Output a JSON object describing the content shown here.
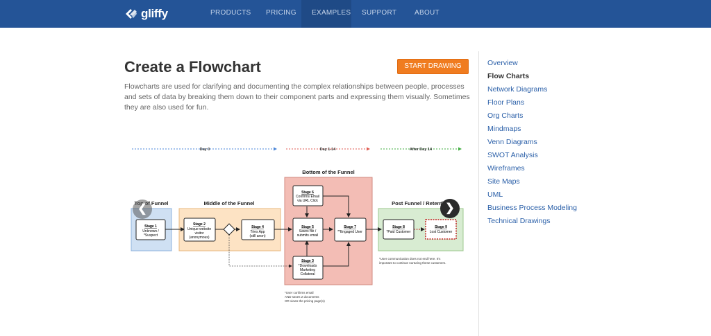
{
  "brand": {
    "name": "gliffy"
  },
  "nav": {
    "items": [
      {
        "label": "PRODUCTS"
      },
      {
        "label": "PRICING"
      },
      {
        "label": "EXAMPLES"
      },
      {
        "label": "SUPPORT"
      },
      {
        "label": "ABOUT"
      }
    ]
  },
  "main": {
    "title": "Create a Flowchart",
    "cta_label": "START DRAWING",
    "description": "Flowcharts are used for clarifying and documenting the complex relationships between people, processes and sets of data by breaking them down to their component parts and expressing them visually. Sometimes they are also used for fun."
  },
  "carousel": {
    "prev_glyph": "❮",
    "next_glyph": "❯"
  },
  "diagram": {
    "timeline": {
      "day0": "Day 0",
      "day1_14": "Day 1-14",
      "after14": "After Day 14"
    },
    "groups": {
      "top": "Top of Funnel",
      "middle": "Middle of the Funnel",
      "bottom": "Bottom of the Funnel",
      "post": "Post Funnel / Retention"
    },
    "stages": {
      "s1": {
        "title": "Stage 1",
        "l1": "Unknown /",
        "l2": "*Suspect"
      },
      "s2": {
        "title": "Stage 2",
        "l1": "Unique website",
        "l2": "visitor",
        "l3": "(anonymous)"
      },
      "s3": {
        "title": "Stage 3",
        "l1": "*Downloads",
        "l2": "Marketing",
        "l3": "Collateral"
      },
      "s4": {
        "title": "Stage 4",
        "l1": "Tries App",
        "l2": "(still anon)"
      },
      "s5": {
        "title": "Stage 5",
        "l1": "Saves file /",
        "l2": "submits email"
      },
      "s6": {
        "title": "Stage 6",
        "l1": "Confirms Email",
        "l2": "via URL Click"
      },
      "s7": {
        "title": "Stage 7",
        "l1": "**Engaged User"
      },
      "s8": {
        "title": "Stage 8",
        "l1": "*Paid Customer"
      },
      "s9": {
        "title": "Stage 9",
        "l1": "Lost Customer"
      }
    },
    "notes": {
      "post_1": "*User communication does not end here. It's",
      "post_2": "important to continue nurturing these customers.",
      "engaged_1": "*User confirms email",
      "engaged_2": "AND saves 2 documents",
      "engaged_3": "OR views the pricing page(s)"
    },
    "colors": {
      "day0": "#4a86d8",
      "day1_14": "#e05a50",
      "after14": "#3fae3f",
      "top_fill": "#cfe0f3",
      "middle_fill": "#fde3c4",
      "bottom_fill": "#f3bdb5",
      "post_fill": "#d8ecd2"
    }
  },
  "sidebar": {
    "items": [
      {
        "label": "Overview"
      },
      {
        "label": "Flow Charts"
      },
      {
        "label": "Network Diagrams"
      },
      {
        "label": "Floor Plans"
      },
      {
        "label": "Org Charts"
      },
      {
        "label": "Mindmaps"
      },
      {
        "label": "Venn Diagrams"
      },
      {
        "label": "SWOT Analysis"
      },
      {
        "label": "Wireframes"
      },
      {
        "label": "Site Maps"
      },
      {
        "label": "UML"
      },
      {
        "label": "Business Process Modeling"
      },
      {
        "label": "Technical Drawings"
      }
    ]
  }
}
